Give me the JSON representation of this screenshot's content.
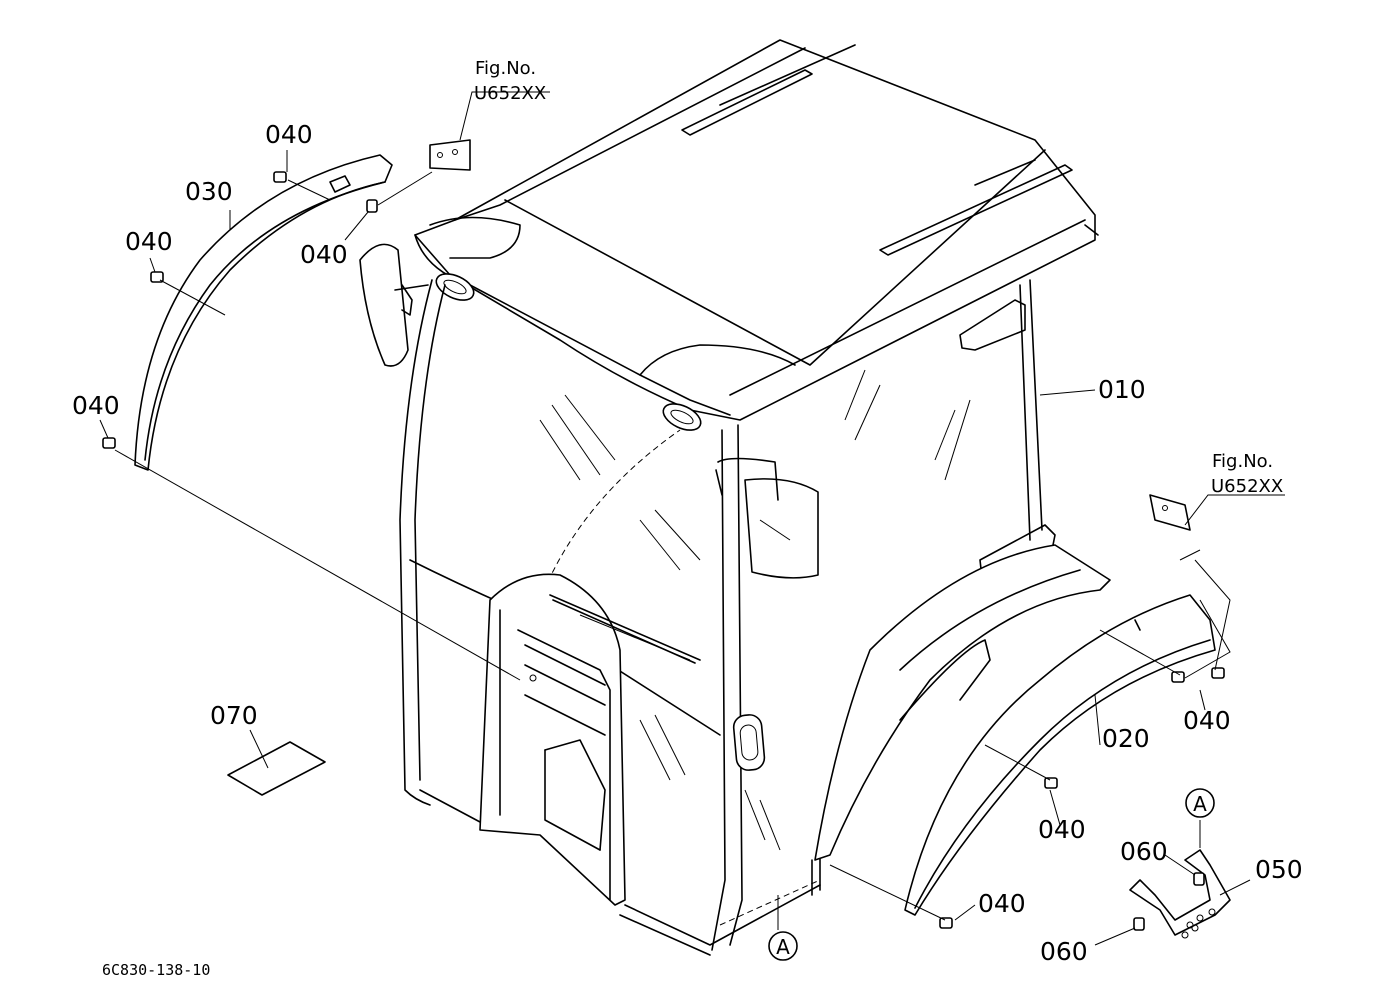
{
  "labels": {
    "p010": "010",
    "p020": "020",
    "p030": "030",
    "p040": "040",
    "p050": "050",
    "p060": "060",
    "p070": "070"
  },
  "fig_refs": [
    {
      "label": "Fig.No.",
      "code": "U652XX"
    },
    {
      "label": "Fig.No.",
      "code": "U652XX"
    }
  ],
  "detail_marker": "A",
  "drawing_number": "6C830-138-10"
}
